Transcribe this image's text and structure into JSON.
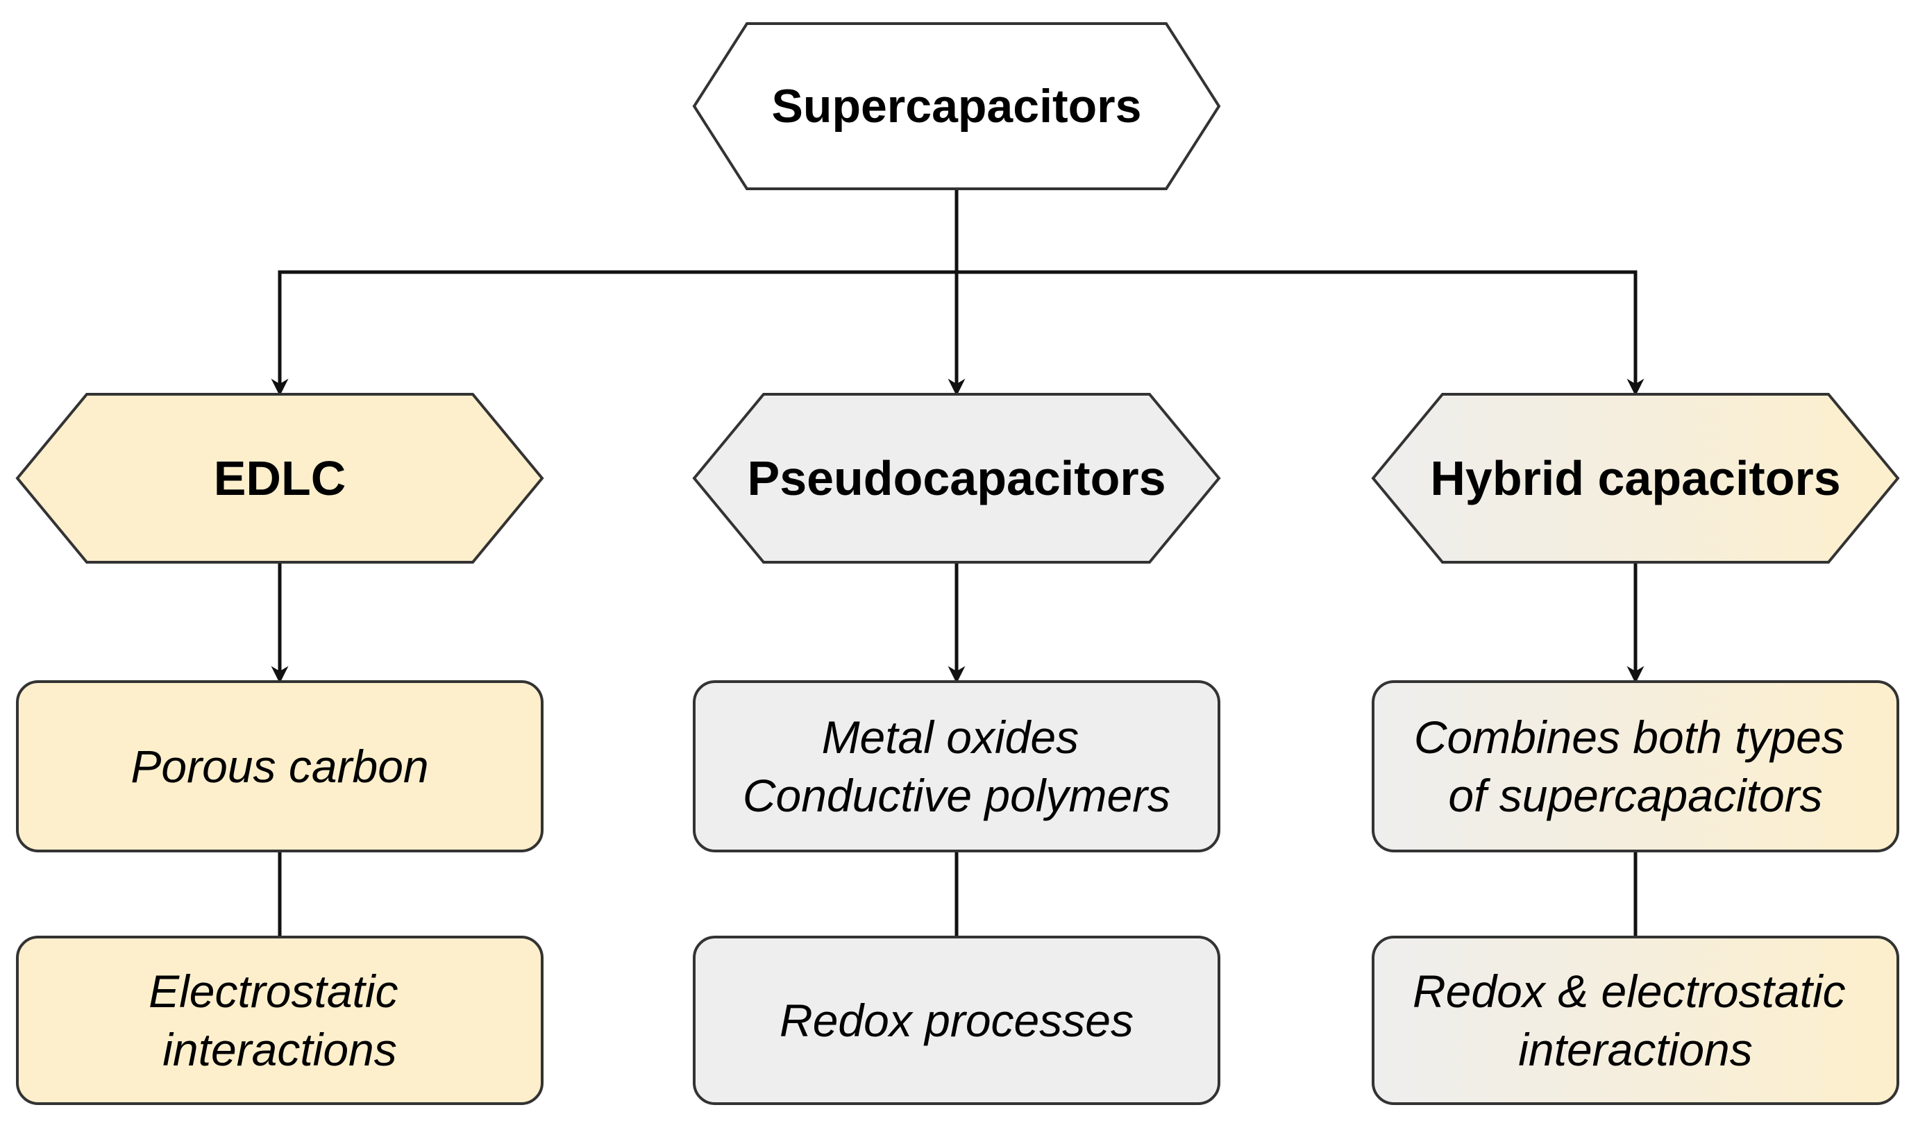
{
  "root": {
    "label": "Supercapacitors",
    "fill": "#ffffff"
  },
  "categories": [
    {
      "title": "EDLC",
      "material_lines": [
        "Porous carbon"
      ],
      "mechanism_lines": [
        "Electrostatic",
        "interactions"
      ],
      "fill_start": "#fdefcc",
      "fill_end": "#fdefcc"
    },
    {
      "title": "Pseudocapacitors",
      "material_lines": [
        "Metal oxides",
        "Conductive polymers"
      ],
      "mechanism_lines": [
        "Redox processes"
      ],
      "fill_start": "#eeeeee",
      "fill_end": "#eeeeee"
    },
    {
      "title": "Hybrid capacitors",
      "material_lines": [
        "Combines both types",
        "of supercapacitors"
      ],
      "mechanism_lines": [
        "Redox & electrostatic",
        "interactions"
      ],
      "fill_start": "#eeeeee",
      "fill_end": "#fdefcc"
    }
  ],
  "colors": {
    "stroke": "#333333",
    "arrow": "#111111"
  }
}
